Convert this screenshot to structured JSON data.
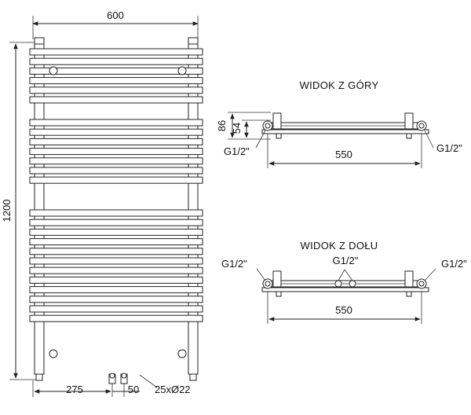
{
  "front_view": {
    "width_label": "600",
    "height_label": "1200",
    "pipe_spacing_label": "275",
    "pipe_gap_label": "50",
    "tube_spec_label": "25xØ22"
  },
  "top_view": {
    "title": "WIDOK Z GÓRY",
    "depth_total_label": "86",
    "depth_inner_label": "54",
    "connection_left_label": "G1/2\"",
    "connection_right_label": "G1/2\"",
    "spacing_label": "550"
  },
  "bottom_view": {
    "title": "WIDOK Z DOŁU",
    "connection_left_label": "G1/2\"",
    "connection_center_label": "G1/2\"",
    "connection_right_label": "G1/2\"",
    "spacing_label": "550"
  }
}
